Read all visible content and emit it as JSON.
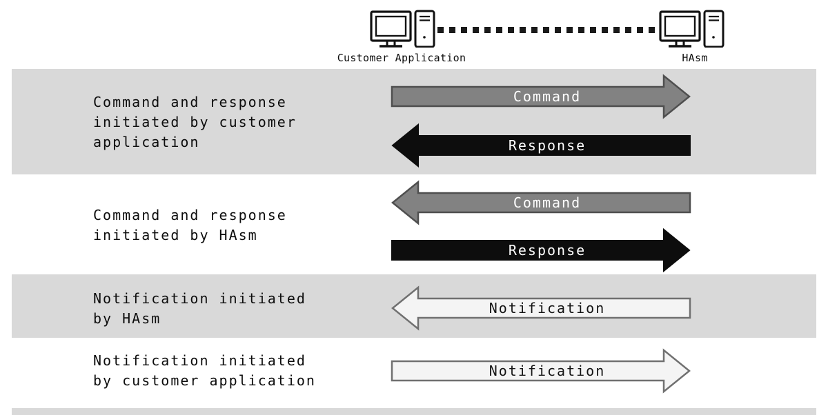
{
  "header": {
    "left_node_label": "Customer Application",
    "right_node_label": "HAsm"
  },
  "rows": [
    {
      "label": "Command and response\ninitiated by customer\napplication",
      "band": "gray",
      "arrows": [
        {
          "label": "Command",
          "direction": "right",
          "type": "command"
        },
        {
          "label": "Response",
          "direction": "left",
          "type": "response"
        }
      ]
    },
    {
      "label": "Command and response\ninitiated by HAsm",
      "band": "white",
      "arrows": [
        {
          "label": "Command",
          "direction": "left",
          "type": "command"
        },
        {
          "label": "Response",
          "direction": "right",
          "type": "response"
        }
      ]
    },
    {
      "label": "Notification initiated\nby HAsm",
      "band": "gray",
      "arrows": [
        {
          "label": "Notification",
          "direction": "left",
          "type": "notification"
        }
      ]
    },
    {
      "label": "Notification initiated\nby customer application",
      "band": "white",
      "arrows": [
        {
          "label": "Notification",
          "direction": "right",
          "type": "notification"
        }
      ]
    }
  ],
  "colors": {
    "ink": "#1a1a1a",
    "band_gray": "#d9d9d9",
    "command_fill": "#828282",
    "command_border": "#4f4f4f",
    "response_fill": "#0d0d0d",
    "notification_fill": "#f4f4f4",
    "notification_border": "#707070"
  }
}
